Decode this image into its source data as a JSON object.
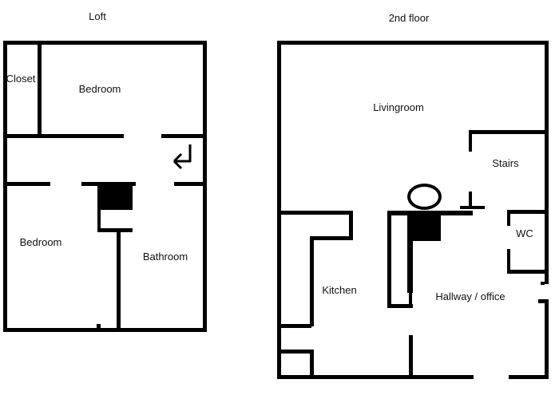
{
  "canvas": {
    "background": "#ffffff",
    "ink": "#000000",
    "label_color": "#111111"
  },
  "plans": [
    {
      "title": "Loft",
      "rooms": [
        {
          "label": "Closet"
        },
        {
          "label": "Bedroom"
        },
        {
          "label": "Bedroom"
        },
        {
          "label": "Bathroom"
        }
      ]
    },
    {
      "title": "2nd floor",
      "rooms": [
        {
          "label": "Livingroom"
        },
        {
          "label": "Stairs"
        },
        {
          "label": "WC"
        },
        {
          "label": "Kitchen"
        },
        {
          "label": "Hallway / office"
        }
      ]
    }
  ],
  "icons": {
    "door_swing_arrow": "return-arrow",
    "oval_fixture": "ellipse-outline",
    "chimney_block": "filled-square"
  }
}
